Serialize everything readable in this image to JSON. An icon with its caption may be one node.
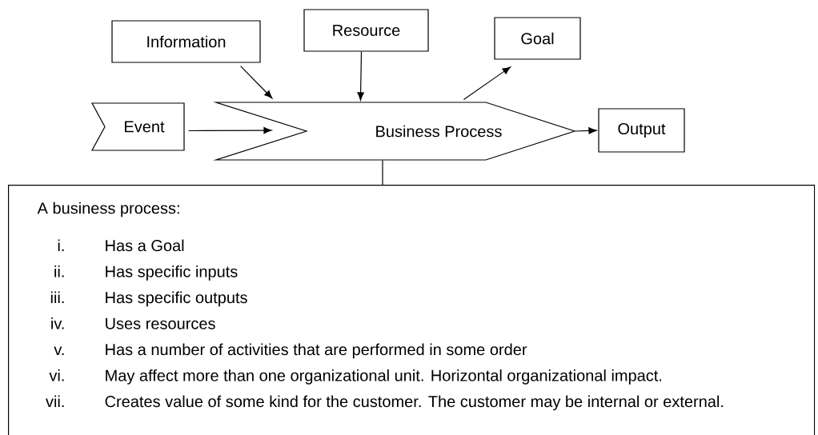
{
  "diagram": {
    "nodes": [
      {
        "text": [
          "Information"
        ]
      },
      {
        "text": [
          "Resource"
        ]
      },
      {
        "text": [
          "Goal"
        ]
      },
      {
        "text": [
          "Event"
        ]
      },
      {
        "text": [
          "Business Process"
        ]
      },
      {
        "text": [
          "Output"
        ]
      },
      {
        "text": [
          "A business process:",
          "i.",
          "Has a Goal",
          "ii.",
          "Has specific inputs",
          "iii.",
          "Has specific outputs",
          "iv.",
          "Uses resources",
          "v.",
          "Has a number of activities that are performed in some order",
          "vi.",
          "May affect more than one organizational unit. Horizontal organizational impact.",
          "vii.",
          "Creates value of some kind for the customer. The customer may be internal or external."
        ]
      }
    ],
    "edges": [
      {
        "from": 0,
        "to": 4,
        "arrow": "to"
      },
      {
        "from": 1,
        "to": 4,
        "arrow": "to"
      },
      {
        "from": 4,
        "to": 2,
        "arrow": "to"
      },
      {
        "from": 3,
        "to": 4,
        "arrow": "to"
      },
      {
        "from": 4,
        "to": 5,
        "arrow": "to"
      },
      {
        "from": 4,
        "to": 6,
        "arrow": "none"
      }
    ]
  }
}
